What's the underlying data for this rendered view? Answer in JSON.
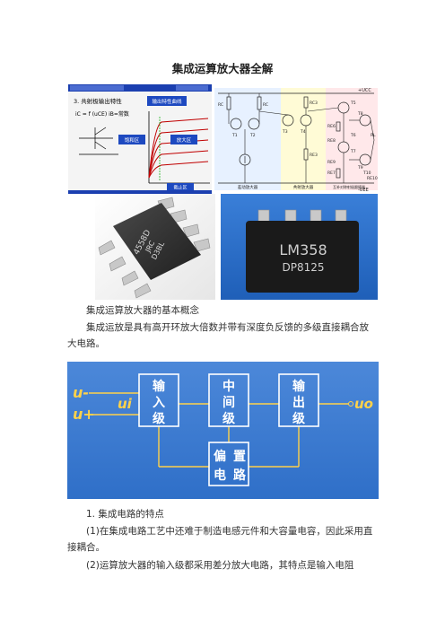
{
  "document": {
    "title": "集成运算放大器全解",
    "figure1": {
      "slide_heading": "3. 共射极输出特性",
      "formula": "iC = f (uCE) iB=常数",
      "curve_title": "输出特性曲线",
      "saturation_region": "饱和区",
      "amplification_region": "放大区",
      "cutoff_region": "截止区"
    },
    "figure2": {
      "vcc_label": "+UCC",
      "vee_label": "-UEE",
      "stage_input": "差动放大器",
      "stage_middle": "共射放大器",
      "stage_output": "互补对称射极跟随器",
      "labels": [
        "RC",
        "RC",
        "T1",
        "T2",
        "T3",
        "T4",
        "RC3",
        "RE3",
        "T5",
        "T6",
        "T7",
        "RE6",
        "RE7",
        "RL",
        "T8",
        "T9",
        "T10",
        "RE8",
        "RE9",
        "RE10"
      ]
    },
    "figure3": {
      "chip_marking": [
        "4558D",
        "JRC",
        "D3BL"
      ]
    },
    "figure4": {
      "chip_marking": [
        "LM358",
        "DP8125"
      ]
    },
    "section_basic_concept": "集成运算放大器的基本概念",
    "definition": "集成运放是具有高开环放大倍数并带有深度负反馈的多级直接耦合放大电路。",
    "block_diagram": {
      "input_minus": "u-",
      "input_plus": "u+",
      "input_i": "ui",
      "output": "uo",
      "input_stage": "输入级",
      "middle_stage": "中间级",
      "output_stage": "输出级",
      "bias_circuit": "偏置电路"
    },
    "section_ic_features": "1. 集成电路的特点",
    "point1": "(1)在集成电路工艺中还难于制造电感元件和大容量电容，因此采用直接耦合。",
    "point2": "(2)运算放大器的输入级都采用差分放大电路，其特点是输入电阻"
  }
}
